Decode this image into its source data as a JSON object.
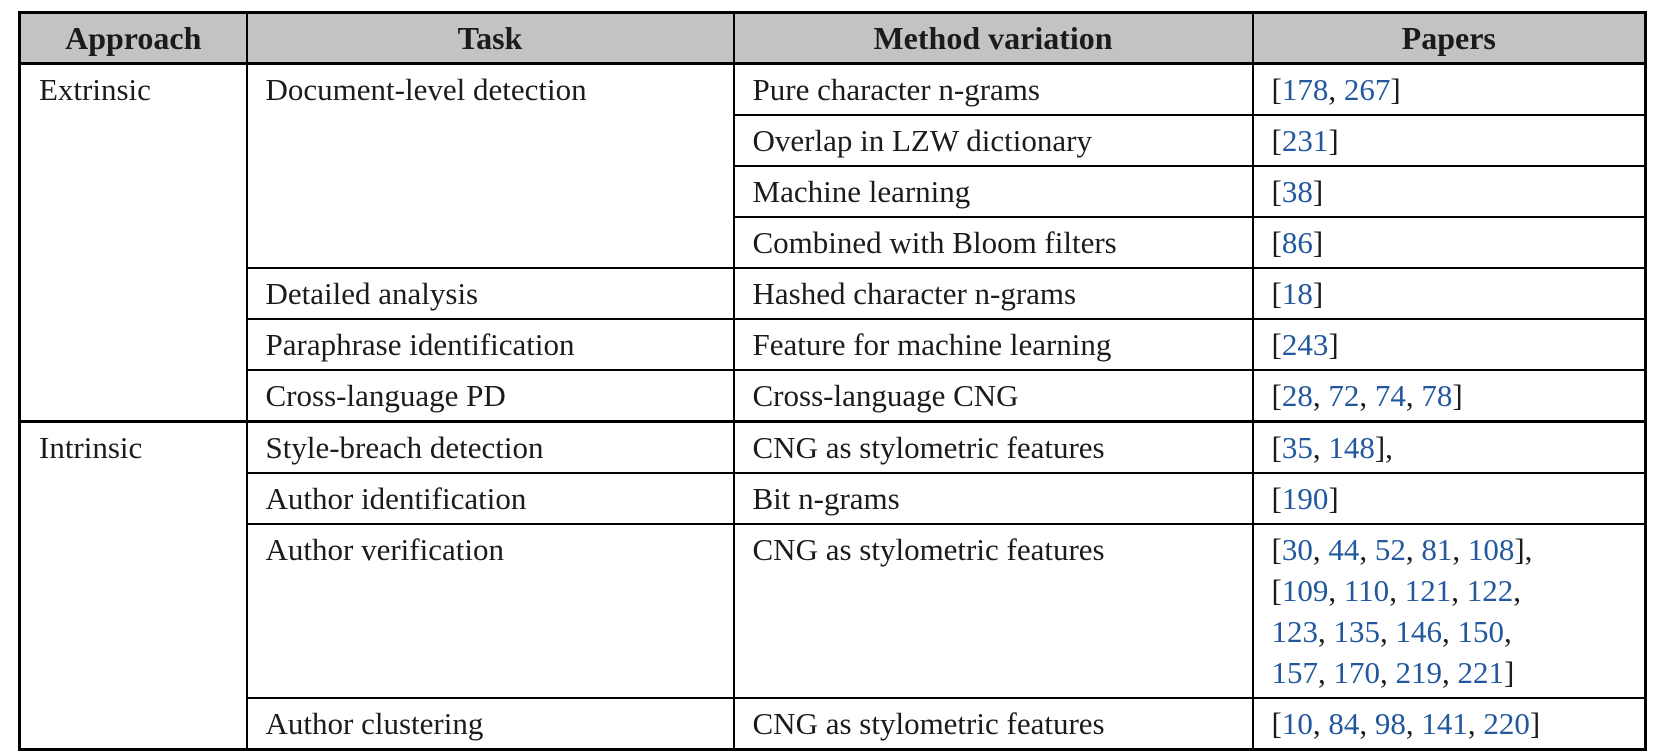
{
  "table": {
    "title": "character n-gram methods overview table",
    "headers": [
      "Approach",
      "Task",
      "Method variation",
      "Papers"
    ],
    "colors": {
      "header_bg": "#c3c3c3",
      "border": "#000000",
      "text": "#1b1b1b",
      "citation": "#22589d",
      "page_bg": "#ffffff"
    },
    "rows": [
      {
        "approach": {
          "label": "Extrinsic",
          "rowspan": 7
        },
        "task": {
          "label": "Document-level detection",
          "rowspan": 4
        },
        "method": "Pure character n-grams",
        "papers_lines": [
          "[178, 267]"
        ]
      },
      {
        "method": "Overlap in LZW dictionary",
        "papers_lines": [
          "[231]"
        ]
      },
      {
        "method": "Machine learning",
        "papers_lines": [
          "[38]"
        ]
      },
      {
        "method": "Combined with Bloom filters",
        "papers_lines": [
          "[86]"
        ]
      },
      {
        "task": {
          "label": "Detailed analysis",
          "rowspan": 1
        },
        "method": "Hashed character n-grams",
        "papers_lines": [
          "[18]"
        ]
      },
      {
        "task": {
          "label": "Paraphrase identification",
          "rowspan": 1
        },
        "method": "Feature for machine learning",
        "papers_lines": [
          "[243]"
        ]
      },
      {
        "task": {
          "label": "Cross-language PD",
          "rowspan": 1
        },
        "method": "Cross-language CNG",
        "papers_lines": [
          "[28, 72, 74, 78]"
        ]
      },
      {
        "section_start": true,
        "approach": {
          "label": "Intrinsic",
          "rowspan": 4
        },
        "task": {
          "label": "Style-breach detection",
          "rowspan": 1
        },
        "method": "CNG as stylometric features",
        "papers_lines": [
          "[35, 148],"
        ]
      },
      {
        "task": {
          "label": "Author identification",
          "rowspan": 1
        },
        "method": "Bit n-grams",
        "papers_lines": [
          "[190]"
        ]
      },
      {
        "task": {
          "label": "Author verification",
          "rowspan": 1
        },
        "method": "CNG as stylometric features",
        "papers_lines": [
          "[30, 44, 52, 81, 108],",
          "[109, 110, 121, 122,",
          "123, 135, 146, 150,",
          "157, 170, 219, 221]"
        ]
      },
      {
        "task": {
          "label": "Author clustering",
          "rowspan": 1
        },
        "method": "CNG as stylometric features",
        "papers_lines": [
          "[10, 84, 98, 141, 220]"
        ]
      }
    ]
  }
}
